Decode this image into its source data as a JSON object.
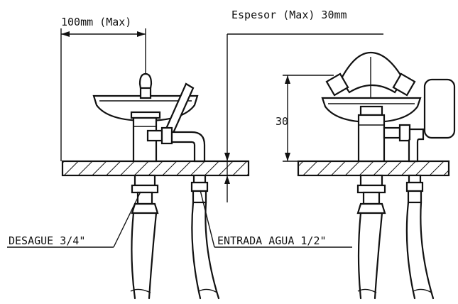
{
  "labels": {
    "width_dim": "100mm (Max)",
    "thickness_dim": "Espesor (Max) 30mm",
    "height_dim": "30",
    "drain": "DESAGUE 3/4\"",
    "water_inlet": "ENTRADA AGUA 1/2\""
  },
  "colors": {
    "line": "#111111",
    "background": "#ffffff"
  }
}
